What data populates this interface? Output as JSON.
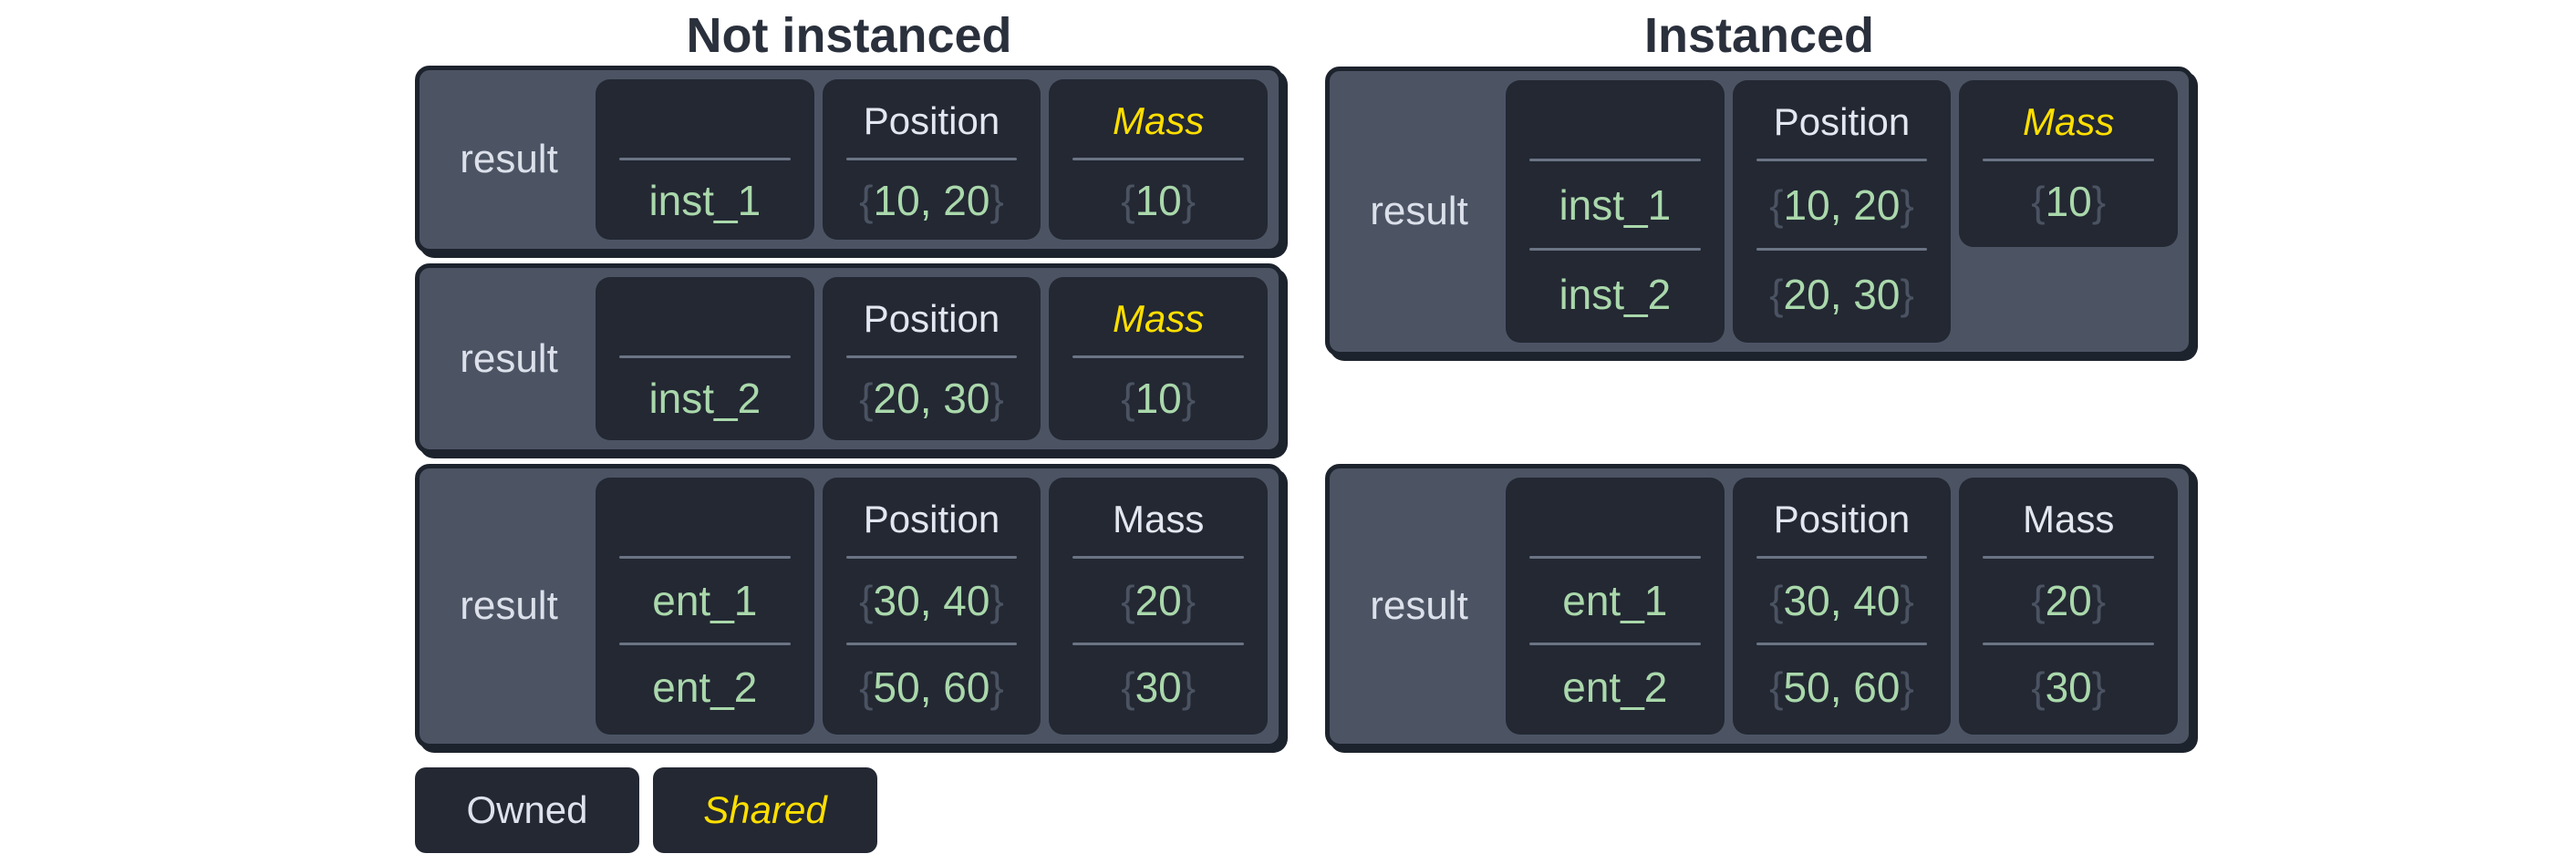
{
  "diagram": {
    "panels": [
      {
        "id": "left",
        "title": "Not instanced",
        "boxes": [
          {
            "id": "left-1",
            "result_label": "result",
            "columns": [
              {
                "name": "entity",
                "header": "",
                "header_style": "blank",
                "cells": [
                  {
                    "value": "inst_1",
                    "braced": false
                  }
                ]
              },
              {
                "name": "position",
                "header": "Position",
                "header_style": "owned",
                "cells": [
                  {
                    "value": "10, 20",
                    "braced": true
                  }
                ]
              },
              {
                "name": "mass",
                "header": "Mass",
                "header_style": "shared",
                "cells": [
                  {
                    "value": "10",
                    "braced": true
                  }
                ]
              }
            ]
          },
          {
            "id": "left-2",
            "result_label": "result",
            "columns": [
              {
                "name": "entity",
                "header": "",
                "header_style": "blank",
                "cells": [
                  {
                    "value": "inst_2",
                    "braced": false
                  }
                ]
              },
              {
                "name": "position",
                "header": "Position",
                "header_style": "owned",
                "cells": [
                  {
                    "value": "20, 30",
                    "braced": true
                  }
                ]
              },
              {
                "name": "mass",
                "header": "Mass",
                "header_style": "shared",
                "cells": [
                  {
                    "value": "10",
                    "braced": true
                  }
                ]
              }
            ]
          },
          {
            "id": "left-3",
            "result_label": "result",
            "columns": [
              {
                "name": "entity",
                "header": "",
                "header_style": "blank",
                "cells": [
                  {
                    "value": "ent_1",
                    "braced": false
                  },
                  {
                    "value": "ent_2",
                    "braced": false
                  }
                ]
              },
              {
                "name": "position",
                "header": "Position",
                "header_style": "owned",
                "cells": [
                  {
                    "value": "30, 40",
                    "braced": true
                  },
                  {
                    "value": "50, 60",
                    "braced": true
                  }
                ]
              },
              {
                "name": "mass",
                "header": "Mass",
                "header_style": "owned",
                "cells": [
                  {
                    "value": "20",
                    "braced": true
                  },
                  {
                    "value": "30",
                    "braced": true
                  }
                ]
              }
            ]
          }
        ]
      },
      {
        "id": "right",
        "title": "Instanced",
        "boxes": [
          {
            "id": "right-1",
            "result_label": "result",
            "columns": [
              {
                "name": "entity",
                "header": "",
                "header_style": "blank",
                "cells": [
                  {
                    "value": "inst_1",
                    "braced": false
                  },
                  {
                    "value": "inst_2",
                    "braced": false
                  }
                ]
              },
              {
                "name": "position",
                "header": "Position",
                "header_style": "owned",
                "cells": [
                  {
                    "value": "10, 20",
                    "braced": true
                  },
                  {
                    "value": "20, 30",
                    "braced": true
                  }
                ]
              },
              {
                "name": "mass",
                "header": "Mass",
                "header_style": "shared",
                "short": true,
                "cells": [
                  {
                    "value": "10",
                    "braced": true
                  }
                ]
              }
            ]
          },
          {
            "id": "right-2",
            "result_label": "result",
            "columns": [
              {
                "name": "entity",
                "header": "",
                "header_style": "blank",
                "cells": [
                  {
                    "value": "ent_1",
                    "braced": false
                  },
                  {
                    "value": "ent_2",
                    "braced": false
                  }
                ]
              },
              {
                "name": "position",
                "header": "Position",
                "header_style": "owned",
                "cells": [
                  {
                    "value": "30, 40",
                    "braced": true
                  },
                  {
                    "value": "50, 60",
                    "braced": true
                  }
                ]
              },
              {
                "name": "mass",
                "header": "Mass",
                "header_style": "owned",
                "cells": [
                  {
                    "value": "20",
                    "braced": true
                  },
                  {
                    "value": "30",
                    "braced": true
                  }
                ]
              }
            ]
          }
        ]
      }
    ],
    "legend": [
      {
        "label": "Owned",
        "style": "owned"
      },
      {
        "label": "Shared",
        "style": "shared"
      }
    ],
    "symbols": {
      "brace_open": "{",
      "brace_close": "}"
    },
    "colors": {
      "background": "#ffffff",
      "box_bg": "#4c5464",
      "box_border": "#1d232d",
      "cell_bg": "#232833",
      "owned_text": "#e3e7ef",
      "shared_text": "#ffdf00",
      "value_text": "#aad8ab",
      "brace_text": "#4b5362",
      "separator": "#6b7484",
      "title_text": "#2a303c",
      "result_text": "#dbe0ea"
    }
  }
}
